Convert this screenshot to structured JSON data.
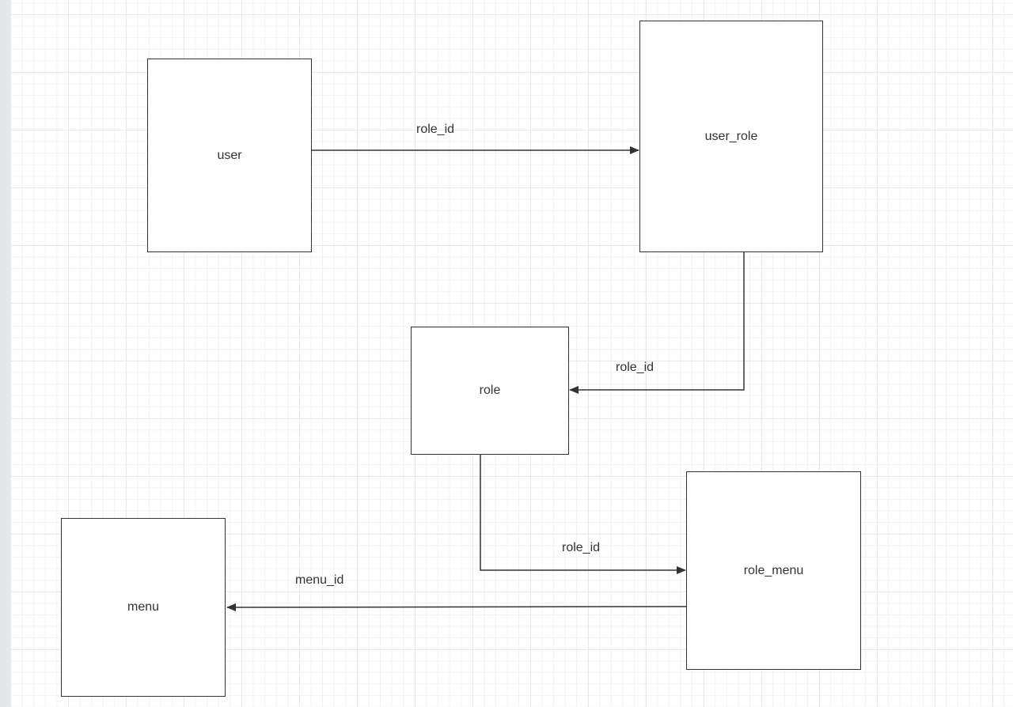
{
  "diagram": {
    "nodes": {
      "user": "user",
      "user_role": "user_role",
      "role": "role",
      "role_menu": "role_menu",
      "menu": "menu"
    },
    "edges": [
      {
        "from": "user",
        "to": "user_role",
        "label": "role_id"
      },
      {
        "from": "user_role",
        "to": "role",
        "label": "role_id"
      },
      {
        "from": "role",
        "to": "role_menu",
        "label": "role_id"
      },
      {
        "from": "role_menu",
        "to": "menu",
        "label": "menu_id"
      }
    ]
  }
}
